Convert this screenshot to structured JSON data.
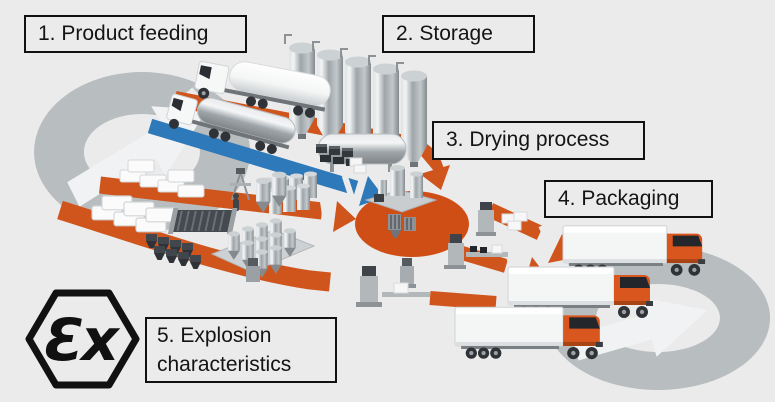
{
  "diagram": {
    "labels": {
      "step1": "1. Product feeding",
      "step2": "2. Storage",
      "step3": "3. Drying process",
      "step4": "4. Packaging",
      "step5": "5. Explosion characteristics"
    },
    "ex_mark": "Ɛx",
    "colors": {
      "background": "#ebebeb",
      "orange": "#d0551c",
      "orange_deep": "#cf4e16",
      "blue": "#2e79b9",
      "gray": "#b8bdbf",
      "label_border": "#111111",
      "label_text": "#141414"
    }
  }
}
